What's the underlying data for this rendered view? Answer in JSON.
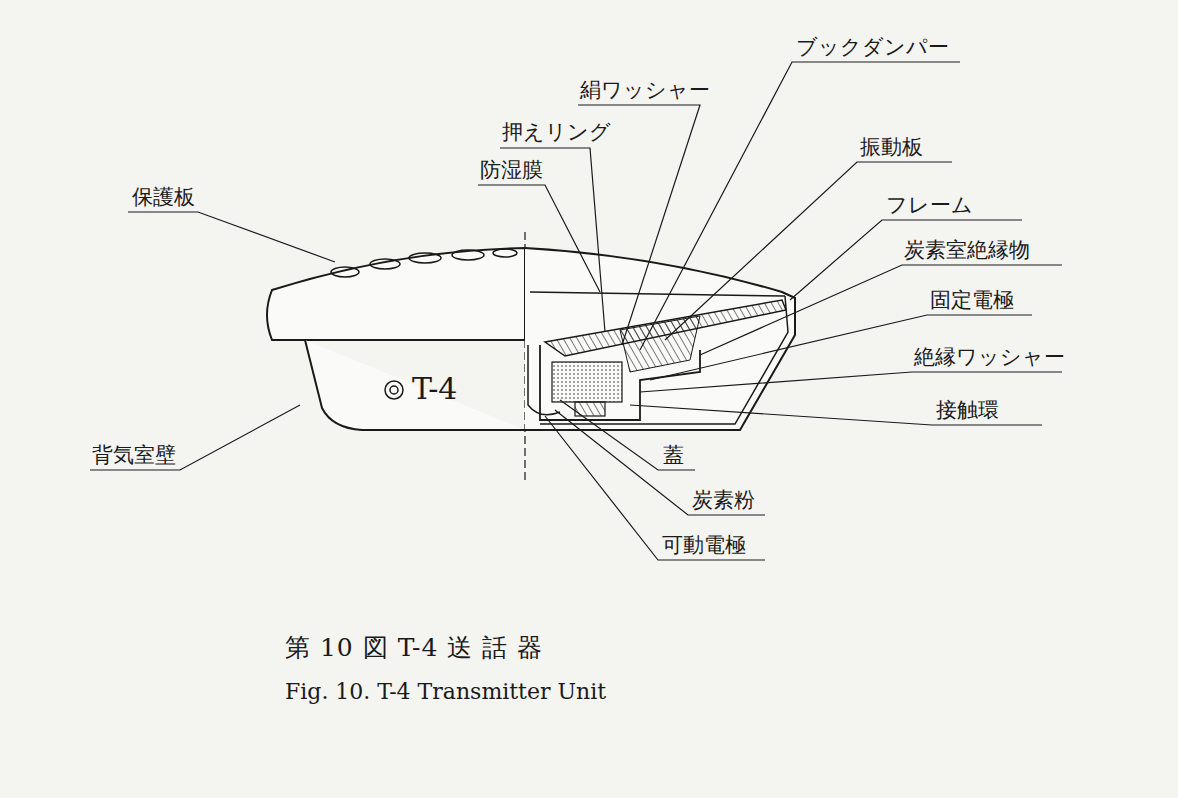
{
  "diagram": {
    "caption": "第 10 図 T-4 送 話 器",
    "labels": [
      "保護板",
      "背気室壁",
      "防湿膜",
      "押えリング",
      "絹ワッシャー",
      "ブックダンパー",
      "振動板",
      "フレーム",
      "炭素室絶縁物",
      "固定電極",
      "絶縁ワッシャー",
      "接触環",
      "蓋",
      "炭素粉",
      "可動電極",
      "T-4",
      "Fig. 10. T-4 Transmitter Unit"
    ]
  }
}
